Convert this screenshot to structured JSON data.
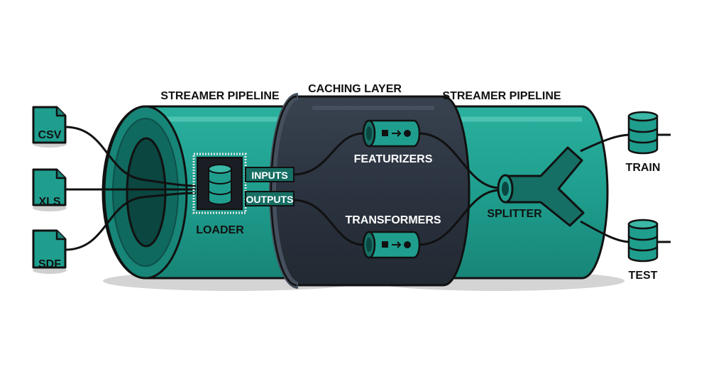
{
  "labels": {
    "pipeline_left": "STREAMER PIPELINE",
    "caching": "CACHING LAYER",
    "pipeline_right": "STREAMER PIPELINE",
    "inputs": "INPUTS",
    "outputs": "OUTPUTS",
    "loader": "LOADER",
    "featurizers": "FEATURIZERS",
    "transformers": "TRANSFORMERS",
    "splitter": "SPLITTER",
    "train": "TRAIN",
    "test": "TEST"
  },
  "files": [
    {
      "label": "CSV"
    },
    {
      "label": "XLS"
    },
    {
      "label": "SDF"
    }
  ],
  "colors": {
    "teal": "#1f9e8e",
    "teal_dark": "#166f64",
    "teal_light": "#3bb8a6",
    "caching": "#2b3340",
    "caching_dark": "#1c222b",
    "outline": "#111111"
  },
  "icons": [
    "file-icon",
    "chip-icon",
    "database-icon",
    "pipe-icon",
    "splitter-icon"
  ]
}
